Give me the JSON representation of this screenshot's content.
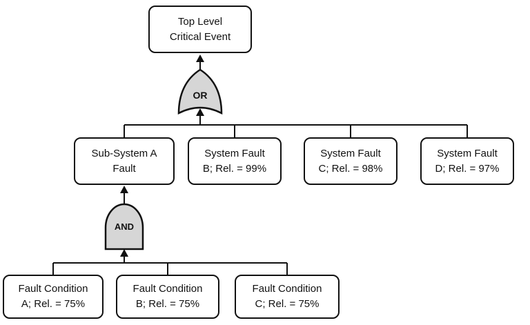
{
  "diagram": {
    "nodes": {
      "top_event": {
        "line1": "Top Level",
        "line2": "Critical Event"
      },
      "subsystem_a": {
        "line1": "Sub-System A",
        "line2": "Fault"
      },
      "system_fault_b": {
        "line1": "System Fault",
        "line2": "B; Rel. = 99%"
      },
      "system_fault_c": {
        "line1": "System Fault",
        "line2": "C; Rel. = 98%"
      },
      "system_fault_d": {
        "line1": "System Fault",
        "line2": "D; Rel. = 97%"
      },
      "fault_condition_a": {
        "line1": "Fault Condition",
        "line2": "A; Rel. = 75%"
      },
      "fault_condition_b": {
        "line1": "Fault Condition",
        "line2": "B; Rel. = 75%"
      },
      "fault_condition_c": {
        "line1": "Fault Condition",
        "line2": "C; Rel. = 75%"
      }
    },
    "gates": {
      "or": {
        "label": "OR",
        "type": "or-gate"
      },
      "and": {
        "label": "AND",
        "type": "and-gate"
      }
    },
    "colors": {
      "gate_fill": "#d6d6d6",
      "stroke": "#111111",
      "box_background": "#ffffff"
    }
  }
}
